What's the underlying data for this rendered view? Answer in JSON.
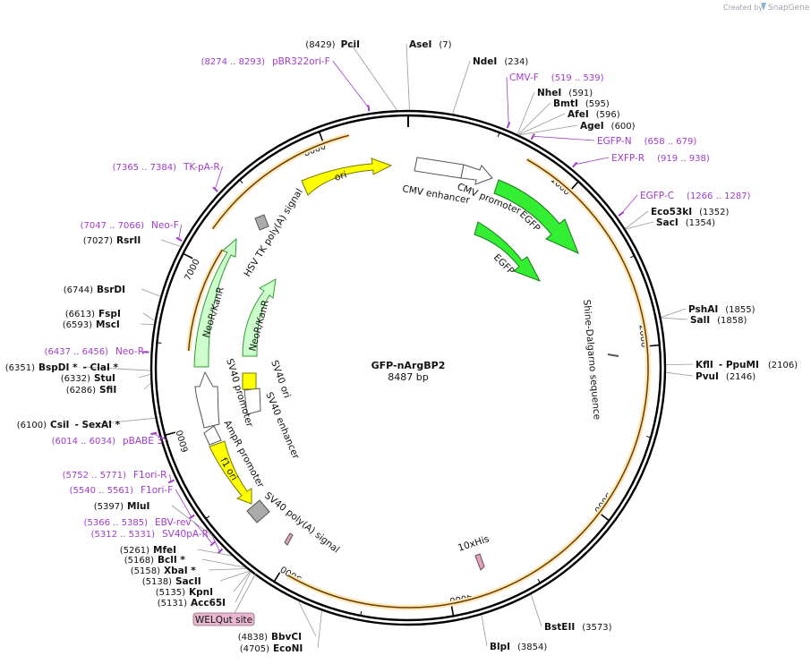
{
  "credit": {
    "prefix": "Created by",
    "brand": "SnapGene"
  },
  "plasmid": {
    "name": "GFP-nArgBP2",
    "length": "8487 bp"
  },
  "ring_ticks": [
    "1000",
    "2000",
    "3000",
    "4000",
    "5000",
    "6000",
    "7000",
    "8000"
  ],
  "enzymes": [
    {
      "name": "PciI",
      "pos": "(8429)"
    },
    {
      "name": "AseI",
      "pos": "(7)"
    },
    {
      "name": "NdeI",
      "pos": "(234)"
    },
    {
      "name": "NheI",
      "pos": "(591)"
    },
    {
      "name": "BmtI",
      "pos": "(595)"
    },
    {
      "name": "AfeI",
      "pos": "(596)"
    },
    {
      "name": "AgeI",
      "pos": "(600)"
    },
    {
      "name": "Eco53kI",
      "pos": "(1352)"
    },
    {
      "name": "SacI",
      "pos": "(1354)"
    },
    {
      "name": "PshAI",
      "pos": "(1855)"
    },
    {
      "name": "SalI",
      "pos": "(1858)"
    },
    {
      "name": "KflI",
      "pos": "(2106)",
      "prefix_name": "- PpuMI"
    },
    {
      "name": "PvuI",
      "pos": "(2146)"
    },
    {
      "name": "BstEII",
      "pos": "(3573)"
    },
    {
      "name": "BlpI",
      "pos": "(3854)"
    },
    {
      "name": "EcoNI",
      "pos": "(4705)"
    },
    {
      "name": "BbvCI",
      "pos": "(4838)"
    },
    {
      "name": "Acc65I",
      "pos": "(5131)"
    },
    {
      "name": "KpnI",
      "pos": "(5135)"
    },
    {
      "name": "SacII",
      "pos": "(5138)"
    },
    {
      "name": "XbaI *",
      "pos": "(5158)"
    },
    {
      "name": "BclI *",
      "pos": "(5168)"
    },
    {
      "name": "MfeI",
      "pos": "(5261)"
    },
    {
      "name": "MluI",
      "pos": "(5397)"
    },
    {
      "name": "CsiI",
      "pos": "(6100)",
      "extra": "- SexAI *"
    },
    {
      "name": "SfiI",
      "pos": "(6286)"
    },
    {
      "name": "StuI",
      "pos": "(6332)"
    },
    {
      "name": "BspDI *",
      "pos": "(6351)",
      "extra": "- ClaI *"
    },
    {
      "name": "MscI",
      "pos": "(6593)"
    },
    {
      "name": "FspI",
      "pos": "(6613)"
    },
    {
      "name": "BsrDI",
      "pos": "(6744)"
    },
    {
      "name": "RsrII",
      "pos": "(7027)"
    }
  ],
  "primers": [
    {
      "name": "pBR322ori-F",
      "pos": "(8274 .. 8293)"
    },
    {
      "name": "CMV-F",
      "pos": "(519 .. 539)"
    },
    {
      "name": "EGFP-N",
      "pos": "(658 .. 679)"
    },
    {
      "name": "EXFP-R",
      "pos": "(919 .. 938)"
    },
    {
      "name": "EGFP-C",
      "pos": "(1266 .. 1287)"
    },
    {
      "name": "TK-pA-R",
      "pos": "(7365 .. 7384)"
    },
    {
      "name": "Neo-F",
      "pos": "(7047 .. 7066)"
    },
    {
      "name": "Neo-R",
      "pos": "(6437 .. 6456)"
    },
    {
      "name": "pBABE 3'",
      "pos": "(6014 .. 6034)"
    },
    {
      "name": "F1ori-R",
      "pos": "(5752 .. 5771)"
    },
    {
      "name": "F1ori-F",
      "pos": "(5540 .. 5561)"
    },
    {
      "name": "EBV-rev",
      "pos": "(5366 .. 5385)"
    },
    {
      "name": "SV40pA-R",
      "pos": "(5312 .. 5331)"
    }
  ],
  "features": {
    "cmv_enhancer": "CMV enhancer",
    "cmv_promoter": "CMV promoter",
    "egfp_outer": "EGFP",
    "egfp_inner": "EGFP",
    "ori": "ori",
    "hsv_tk": "HSV TK poly(A) signal",
    "neo_outer": "NeoR/KanR",
    "neo_inner": "NeoR/KanR",
    "sv40_promoter": "SV40 promoter",
    "sv40_ori": "SV40 ori",
    "sv40_enhancer": "SV40 enhancer",
    "ampr_promoter": "AmpR promoter",
    "f1_ori": "f1 ori",
    "sv40_polya": "SV40 poly(A) signal",
    "shine_dalgarno": "Shine-Dalgarno sequence",
    "his_tag": "10xHis",
    "welqut": "WELQut site"
  },
  "colors": {
    "backbone": "#000000",
    "primer": "#a03cc8",
    "orf_fill": "#fbe7b6",
    "orf_stroke": "#d9a24a",
    "orf_dark": "#6b3b00",
    "egfp": "#33ee33",
    "neo": "#ccffcc",
    "ori": "#ffff00",
    "promoter": "#ffffff",
    "polya": "#aaaaaa",
    "welqut": "#e8b8d0"
  }
}
